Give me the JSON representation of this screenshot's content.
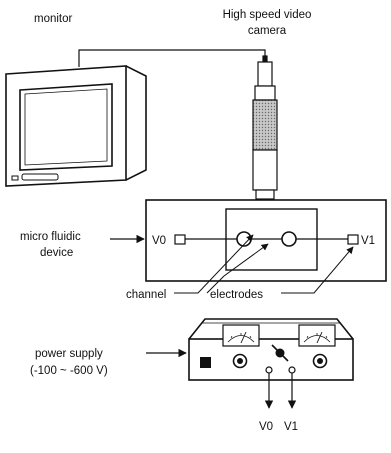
{
  "labels": {
    "monitor": "monitor",
    "camera_line1": "High speed video",
    "camera_line2": "camera",
    "device_line1": "micro fluidic",
    "device_line2": "device",
    "v0_device": "V0",
    "v1_device": "V1",
    "channel": "channel",
    "electrodes": "electrodes",
    "power_line1": "power supply",
    "power_line2": "(-100 ~ -600 V)",
    "v0_output": "V0",
    "v1_output": "V1"
  },
  "colors": {
    "ink": "#111111",
    "lens_fill": "#b5b5b5",
    "background": "#ffffff"
  },
  "icons": {
    "monitor": "crt-monitor-icon",
    "camera": "video-camera-icon",
    "meter": "analog-meter-icon",
    "knob": "rotary-knob-icon",
    "switch": "power-switch-icon"
  }
}
